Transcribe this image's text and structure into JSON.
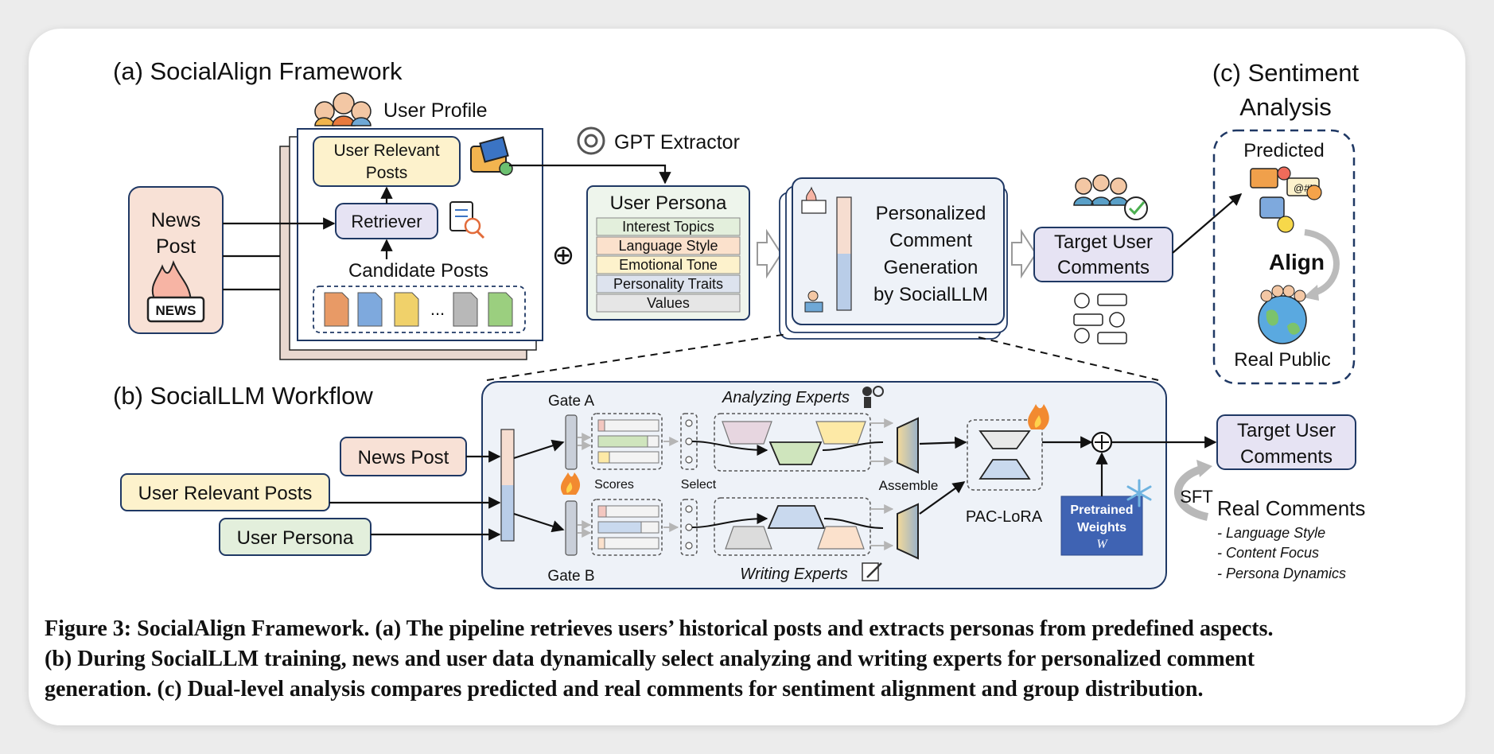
{
  "sections": {
    "a_title": "(a) SocialAlign Framework",
    "b_title": "(b) SocialLLM Workflow",
    "c_title_line1": "(c) Sentiment",
    "c_title_line2": "Analysis"
  },
  "part_a": {
    "news_post_line1": "News",
    "news_post_line2": "Post",
    "news_badge": "NEWS",
    "user_profile": "User Profile",
    "user_relevant_posts_line1": "User Relevant",
    "user_relevant_posts_line2": "Posts",
    "retriever": "Retriever",
    "candidate_posts": "Candidate Posts",
    "ellipsis": "...",
    "plus": "⊕",
    "gpt_extractor": "GPT Extractor",
    "user_persona_title": "User Persona",
    "persona_items": [
      "Interest Topics",
      "Language Style",
      "Emotional Tone",
      "Personality Traits",
      "Values"
    ],
    "gen_line1": "Personalized",
    "gen_line2": "Comment",
    "gen_line3": "Generation",
    "gen_line4": "by SocialLLM",
    "target_line1": "Target User",
    "target_line2": "Comments"
  },
  "part_c": {
    "predicted": "Predicted",
    "emoji_tag": "@#!",
    "align": "Align",
    "real_public": "Real Public"
  },
  "part_b": {
    "news_post": "News Post",
    "user_relevant_posts": "User Relevant Posts",
    "user_persona": "User Persona",
    "gate_a": "Gate A",
    "gate_b": "Gate B",
    "scores": "Scores",
    "select": "Select",
    "analyzing_experts": "Analyzing Experts",
    "writing_experts": "Writing Experts",
    "assemble": "Assemble",
    "pac_lora": "PAC-LoRA",
    "pretrained_line1": "Pretrained",
    "pretrained_line2": "Weights",
    "pretrained_symbol": "W",
    "target_line1": "Target User",
    "target_line2": "Comments",
    "sft": "SFT",
    "real_comments": "Real Comments",
    "real_items": [
      "- Language Style",
      "- Content Focus",
      "- Persona Dynamics"
    ]
  },
  "caption": {
    "line1": "Figure 3: SocialAlign Framework. (a) The pipeline retrieves users’ historical posts and extracts personas from predefined aspects.",
    "line2": "(b) During SocialLLM training, news and user data dynamically select analyzing and writing experts for personalized comment",
    "line3": "generation. (c) Dual-level analysis compares predicted and real comments for sentiment alignment and group distribution."
  },
  "colors": {
    "news_fill": "#f8e1d6",
    "yellow_fill": "#fdf2cc",
    "purple_fill": "#e6e3f3",
    "green_fill": "#e3efdc",
    "orange_fill": "#fbe1cc",
    "gray_fill": "#dcdcdc",
    "blue_fill": "#c9d9ee",
    "panel_fill": "#eef2f8",
    "navy": "#1f3864",
    "pretrained": "#3f63b3"
  }
}
